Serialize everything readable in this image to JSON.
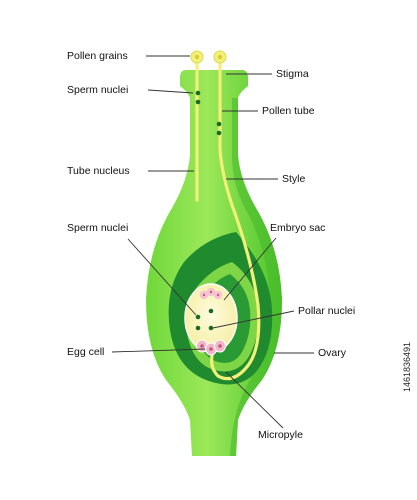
{
  "labels": {
    "pollen_grains": "Pollen grains",
    "sperm_nuclei_top": "Sperm nuclei",
    "tube_nucleus": "Tube nucleus",
    "sperm_nuclei_mid": "Sperm nuclei",
    "egg_cell": "Egg cell",
    "stigma": "Stigma",
    "pollen_tube": "Pollen tube",
    "style": "Style",
    "embryo_sac": "Embryo sac",
    "polar_nuclei": "Pollar nuclei",
    "ovary": "Ovary",
    "micropyle": "Micropyle"
  },
  "watermark_id": "1461836491",
  "colors": {
    "pistil_light": "#8ee04a",
    "pistil_mid": "#4fc92c",
    "ovule_dark": "#1f8a2e",
    "pollen_tube": "#f3f07a",
    "embryo_sac": "#fbf5b8",
    "nucleus_dark": "#1d6b22",
    "egg_pink": "#f2b6c8"
  }
}
